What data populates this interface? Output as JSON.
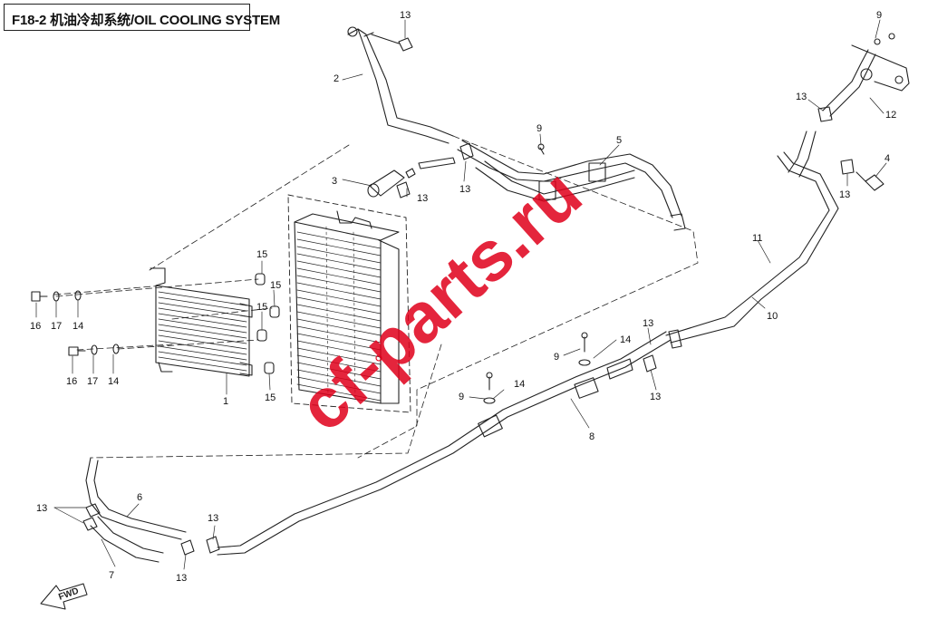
{
  "title": "F18-2 机油冷却系统/OIL COOLING SYSTEM",
  "watermark": "cf-parts.ru",
  "fwd_label": "FWD",
  "colors": {
    "line": "#222222",
    "watermark": "#e0001b",
    "background": "#ffffff"
  },
  "callouts": [
    {
      "id": "c13a",
      "text": "13"
    },
    {
      "id": "c2",
      "text": "2"
    },
    {
      "id": "c9a",
      "text": "9"
    },
    {
      "id": "c5",
      "text": "5"
    },
    {
      "id": "c3",
      "text": "3"
    },
    {
      "id": "c13b",
      "text": "13"
    },
    {
      "id": "c13c",
      "text": "13"
    },
    {
      "id": "c9b",
      "text": "9"
    },
    {
      "id": "c13d",
      "text": "13"
    },
    {
      "id": "c12",
      "text": "12"
    },
    {
      "id": "c4",
      "text": "4"
    },
    {
      "id": "c13e",
      "text": "13"
    },
    {
      "id": "c11",
      "text": "11"
    },
    {
      "id": "c10",
      "text": "10"
    },
    {
      "id": "c15a",
      "text": "15"
    },
    {
      "id": "c15b",
      "text": "15"
    },
    {
      "id": "c15c",
      "text": "15"
    },
    {
      "id": "c15d",
      "text": "15"
    },
    {
      "id": "c16a",
      "text": "16"
    },
    {
      "id": "c17a",
      "text": "17"
    },
    {
      "id": "c14a",
      "text": "14"
    },
    {
      "id": "c16b",
      "text": "16"
    },
    {
      "id": "c17b",
      "text": "17"
    },
    {
      "id": "c14b",
      "text": "14"
    },
    {
      "id": "c1",
      "text": "1"
    },
    {
      "id": "c9c",
      "text": "9"
    },
    {
      "id": "c14c",
      "text": "14"
    },
    {
      "id": "c13f",
      "text": "13"
    },
    {
      "id": "c9d",
      "text": "9"
    },
    {
      "id": "c14d",
      "text": "14"
    },
    {
      "id": "c13g",
      "text": "13"
    },
    {
      "id": "c8",
      "text": "8"
    },
    {
      "id": "c13h",
      "text": "13"
    },
    {
      "id": "c6",
      "text": "6"
    },
    {
      "id": "c13i",
      "text": "13"
    },
    {
      "id": "c7",
      "text": "7"
    },
    {
      "id": "c13j",
      "text": "13"
    }
  ]
}
